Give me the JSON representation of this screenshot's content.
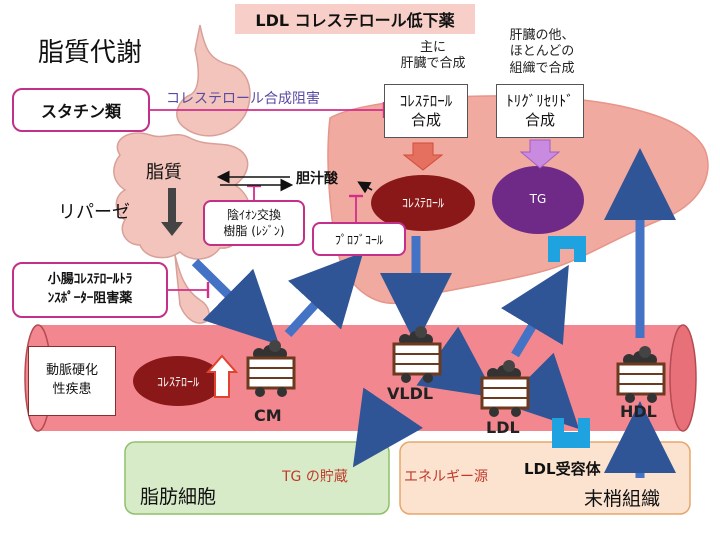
{
  "banner": "LDL コレステロール低下薬",
  "title": "脂質代謝",
  "liver_note_1": "主に\n肝臓で合成",
  "liver_note_2": "肝臓の他、\nほとんどの\n組織で合成",
  "chol_synth": "ｺﾚｽﾃﾛｰﾙ\n合成",
  "tg_synth": "ﾄﾘｸﾞﾘｾﾘﾄﾞ\n合成",
  "statin": "スタチン類",
  "statin_inhibit": "コレステロール合成阻害",
  "fat": "脂質",
  "lipase": "リパーゼ",
  "bile": "胆汁酸",
  "resin": "陰ｲｵﾝ交換\n樹脂 (ﾚｼﾞﾝ)",
  "probucol": "ﾌﾟﾛﾌﾞｺｰﾙ",
  "liver_chol": "ｺﾚｽﾃﾛｰﾙ",
  "liver_tg": "TG",
  "transporter": "小腸ｺﾚｽﾃﾛｰﾙﾄﾗ\nﾝｽﾎﾟｰﾀｰ阻害薬",
  "athero": "動脈硬化\n性疾患",
  "vessel_chol": "ｺﾚｽﾃﾛｰﾙ",
  "cm": "CM",
  "vldl": "VLDL",
  "ldl": "LDL",
  "hdl": "HDL",
  "adipose": "脂肪細胞",
  "tg_storage": "TG の貯蔵",
  "energy": "エネルギー源",
  "receptor": "LDL受容体",
  "peripheral": "末梢組織",
  "colors": {
    "vessel": "#f2878f",
    "liver": "#f0aaa0",
    "gut": "#f2c4bc",
    "chol_blob": "#8a1818",
    "tg_blob": "#6e2a86",
    "arrow_blue": "#4472c4",
    "receptor": "#1fa3e0",
    "adipose_fill": "#d8ebc8",
    "peripheral_fill": "#fbe3cf",
    "banner_fill": "#f7cfc8",
    "inhibit": "#d22e8a"
  }
}
